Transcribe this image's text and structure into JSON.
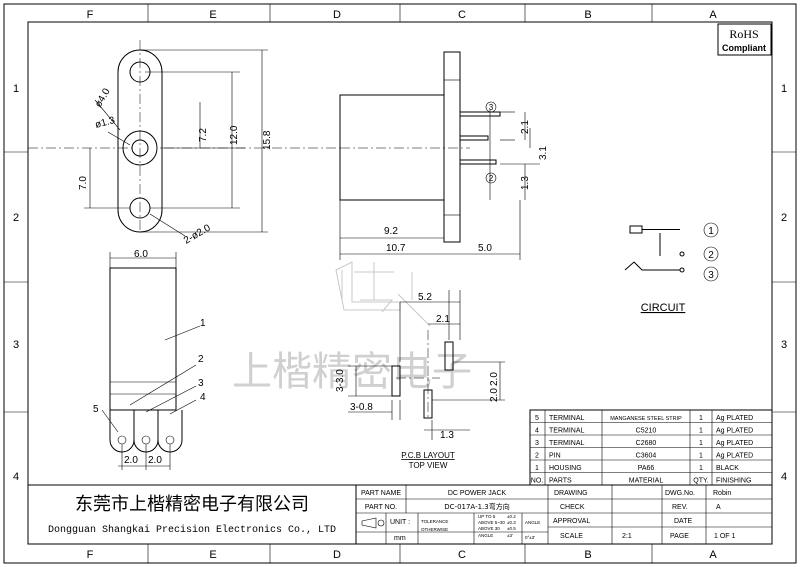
{
  "grid": {
    "columns": [
      "F",
      "E",
      "D",
      "C",
      "B",
      "A"
    ],
    "rows": [
      "1",
      "2",
      "3",
      "4"
    ]
  },
  "badge": {
    "line1": "RoHS",
    "line2": "Compliant"
  },
  "front_view": {
    "dims": {
      "hole_dia": "ø4.0",
      "pin_dia": "ø1.3",
      "pitch1": "7.2",
      "pitch2": "12.0",
      "height": "15.8",
      "lower": "7.0",
      "mount_holes": "2-ø2.0"
    }
  },
  "side_view": {
    "dims": {
      "d21": "2.1",
      "d31": "3.1",
      "d13": "1.3",
      "d92": "9.2",
      "d107": "10.7",
      "d50": "5.0"
    },
    "callouts": [
      "3",
      "2"
    ]
  },
  "bottom_view": {
    "dims": {
      "width": "6.0",
      "pitch_a": "2.0",
      "pitch_b": "2.0"
    },
    "callouts": [
      "1",
      "2",
      "3",
      "4",
      "5"
    ]
  },
  "pcb_layout": {
    "dims": {
      "d52": "5.2",
      "d21": "2.1",
      "d30": "3-3.0",
      "d08": "3-0.8",
      "d20": "2.0",
      "d20b": "2.0",
      "d13": "1.3"
    },
    "title": "P.C.B  LAYOUT",
    "subtitle": "TOP  VIEW"
  },
  "circuit": {
    "label": "CIRCUIT",
    "pins": [
      "1",
      "2",
      "3"
    ]
  },
  "watermark": "上楷精密电子",
  "bom": {
    "rows": [
      [
        "5",
        "TERMINAL",
        "MANGANESE STEEL STRIP",
        "1",
        "Ag  PLATED"
      ],
      [
        "4",
        "TERMINAL",
        "C5210",
        "1",
        "Ag  PLATED"
      ],
      [
        "3",
        "TERMINAL",
        "C2680",
        "1",
        "Ag  PLATED"
      ],
      [
        "2",
        "PIN",
        "C3604",
        "1",
        "Ag  PLATED"
      ],
      [
        "1",
        "HOUSING",
        "PA66",
        "1",
        "BLACK"
      ]
    ],
    "header": [
      "NO.",
      "PARTS",
      "MATERIAL",
      "QTY.",
      "FINISHING"
    ]
  },
  "title_block": {
    "company_cn": "东莞市上楷精密电子有限公司",
    "company_en": "Dongguan  Shangkai  Precision  Electronics  Co.,  LTD",
    "part_name_label": "PART NAME",
    "part_name": "DC  POWER  JACK",
    "part_no_label": "PART NO.",
    "part_no": "DC-017A-1.3弯方向",
    "unit_label": "UNIT :",
    "unit": "mm",
    "tolerance_label": "TOLERANCE",
    "otherwise_label": "OTHERWISE",
    "tol_lines": [
      "UP TO 5",
      "ABOVE 5~30",
      "ABOVE 30",
      "ANGLE"
    ],
    "tol_vals": [
      "±0.2",
      "±0.3",
      "±0.5",
      "±3'"
    ],
    "angle_label": "ANGLE",
    "angle_val": "0°±3'",
    "drawing_label": "DRAWING",
    "dwg_no_label": "DWG.No.",
    "dwg_no": "Robin",
    "check_label": "CHECK",
    "rev_label": "REV.",
    "rev": "A",
    "approval_label": "APPROVAL",
    "date_label": "DATE",
    "scale_label": "SCALE",
    "scale": "2:1",
    "page_label": "PAGE",
    "page": "1  OF  1"
  }
}
